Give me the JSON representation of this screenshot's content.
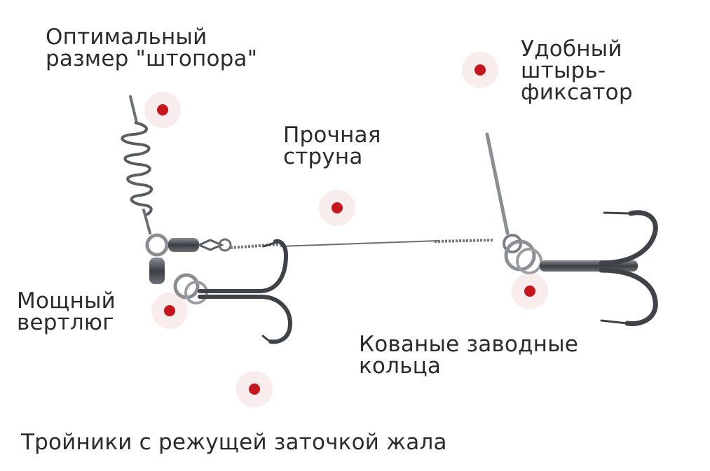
{
  "labels": {
    "corkscrew": [
      "Оптимальный",
      "размер \"штопора\""
    ],
    "pin": [
      "Удобный",
      "штырь-",
      "фиксатор"
    ],
    "string": [
      "Прочная",
      "струна"
    ],
    "swivel": [
      "Мощный",
      "вертлюг"
    ],
    "rings": [
      "Кованые заводные",
      "кольца"
    ],
    "trebles": [
      "Тройники с режущей заточкой жала"
    ]
  },
  "colors": {
    "marker": "#c4161c",
    "marker_halo": "#f3e1e1",
    "metal": "#4a4d52",
    "text": "#2b2b2b"
  }
}
